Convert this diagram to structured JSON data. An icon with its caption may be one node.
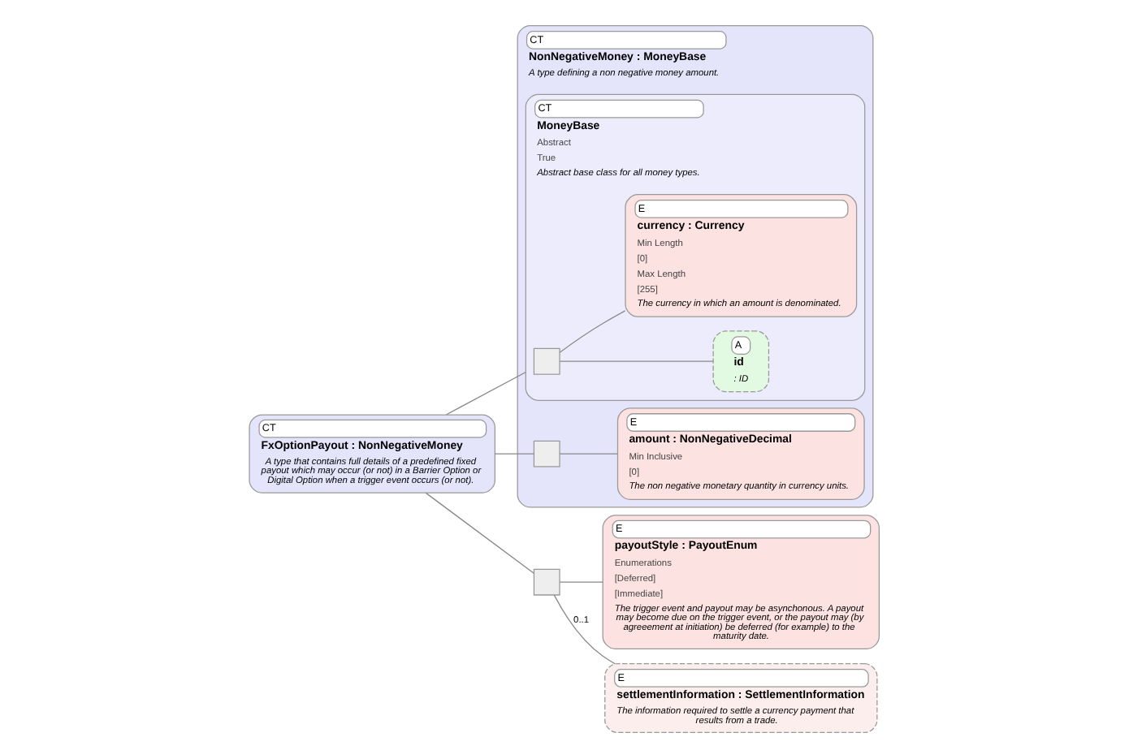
{
  "diagram": {
    "nodes": [
      {
        "text": [
          "CT",
          "FxOptionPayout : NonNegativeMoney",
          "A type that contains full details of a predefined fixed payout which may occur (or not) in a Barrier Option or Digital Option when a trigger event occurs (or not)."
        ]
      },
      {
        "text": [
          "CT",
          "NonNegativeMoney : MoneyBase",
          "A type defining a non negative money amount."
        ]
      },
      {
        "text": [
          "CT",
          "MoneyBase",
          "Abstract",
          "True",
          "Abstract base class for all money types."
        ],
        "in": 1
      },
      {
        "text": [],
        "shape": "box",
        "in": 2
      },
      {
        "text": [
          "A",
          "id",
          ": ID"
        ],
        "in": 2
      },
      {
        "text": [
          "E",
          "currency : Currency",
          "Min Length",
          "[0]",
          "Max Length",
          "[255]",
          "The currency in which an amount is denominated."
        ],
        "in": 2
      },
      {
        "text": [],
        "shape": "box",
        "in": 1
      },
      {
        "text": [
          "E",
          "amount : NonNegativeDecimal",
          "Min Inclusive",
          "[0]",
          "The non negative monetary quantity in currency units."
        ],
        "in": 1
      },
      {
        "text": [],
        "shape": "box"
      },
      {
        "text": [
          "E",
          "payoutStyle : PayoutEnum",
          "Enumerations",
          "[Deferred]",
          "[Immediate]",
          "The trigger event and payout may be asynchonous. A payout may become due on the trigger event, or the payout may (by agreeement at initiation) be deferred (for example) to the maturity date."
        ]
      },
      {
        "text": [
          "E",
          "settlementInformation : SettlementInformation",
          "The information required to settle a currency payment that results from a trade."
        ]
      }
    ],
    "edges": [
      {
        "from": 0,
        "to": 2,
        "arrow": "none"
      },
      {
        "from": 0,
        "to": 6,
        "arrow": "none"
      },
      {
        "from": 0,
        "to": 8,
        "arrow": "none"
      },
      {
        "from": 3,
        "to": 4,
        "arrow": "none"
      },
      {
        "from": 3,
        "to": 5,
        "arrow": "none"
      },
      {
        "from": 6,
        "to": 7,
        "arrow": "none"
      },
      {
        "from": 8,
        "to": 9,
        "arrow": "none"
      },
      {
        "from": 8,
        "to": 10,
        "arrow": "none",
        "label": "0..1"
      }
    ]
  }
}
